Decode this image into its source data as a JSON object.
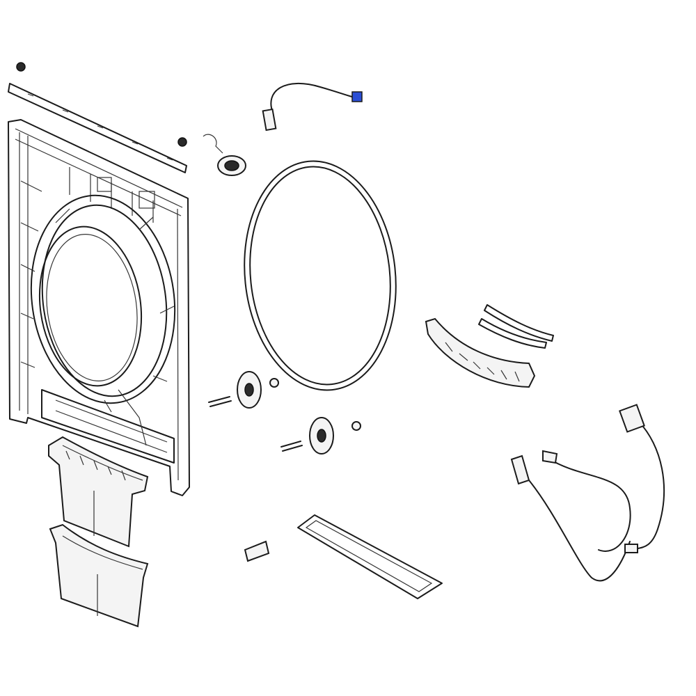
{
  "diagram": {
    "kind": "exploded parts view",
    "background": "#ffffff",
    "line_color": "#1a1a1a",
    "accent_color": "#2b4fd6",
    "parts": [
      {
        "id": "front-panel-frame"
      },
      {
        "id": "top-trim-strip"
      },
      {
        "id": "fastener-cap-left"
      },
      {
        "id": "fastener-cap-right"
      },
      {
        "id": "wire-harness-sensor"
      },
      {
        "id": "door-switch"
      },
      {
        "id": "door-gasket-ring"
      },
      {
        "id": "lint-duct-cover"
      },
      {
        "id": "seal-strip-upper"
      },
      {
        "id": "seal-strip-lower"
      },
      {
        "id": "drum-glide-upper"
      },
      {
        "id": "drum-glide-lower"
      },
      {
        "id": "lint-filter-upper"
      },
      {
        "id": "lint-filter-lower"
      },
      {
        "id": "small-pad"
      },
      {
        "id": "duct-gasket"
      },
      {
        "id": "wire-harness-lower"
      }
    ]
  }
}
